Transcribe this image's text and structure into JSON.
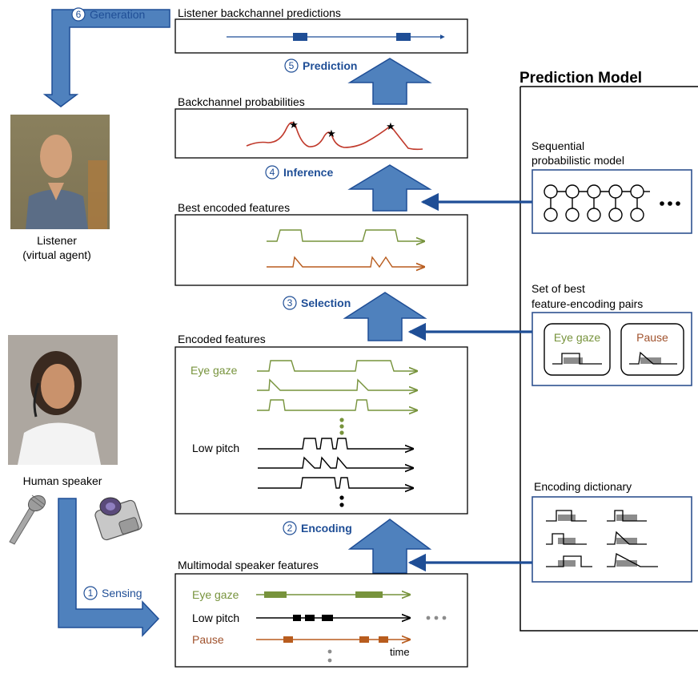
{
  "pipeline": {
    "steps": [
      {
        "num": "1",
        "label": "Sensing"
      },
      {
        "num": "2",
        "label": "Encoding"
      },
      {
        "num": "3",
        "label": "Selection"
      },
      {
        "num": "4",
        "label": "Inference"
      },
      {
        "num": "5",
        "label": "Prediction"
      },
      {
        "num": "6",
        "label": "Generation"
      }
    ]
  },
  "panels": {
    "predictions_title": "Listener backchannel predictions",
    "probabilities_title": "Backchannel probabilities",
    "best_features_title": "Best encoded features",
    "encoded_title": "Encoded features",
    "encoded_eye_gaze": "Eye gaze",
    "encoded_low_pitch": "Low pitch",
    "multimodal_title": "Multimodal speaker features",
    "multimodal_eye_gaze": "Eye gaze",
    "multimodal_low_pitch": "Low pitch",
    "multimodal_pause": "Pause",
    "time_label": "time"
  },
  "people": {
    "listener_line1": "Listener",
    "listener_line2": "(virtual agent)",
    "speaker": "Human speaker"
  },
  "model": {
    "title": "Prediction Model",
    "sequential_line1": "Sequential",
    "sequential_line2": "probabilistic model",
    "pairs_line1": "Set of best",
    "pairs_line2": "feature-encoding pairs",
    "pair_eye_gaze": "Eye gaze",
    "pair_pause": "Pause",
    "dictionary_title": "Encoding dictionary"
  },
  "colors": {
    "arrow_blue": "#4f81bd",
    "arrow_blue_dark": "#1f4e96",
    "box_border": "#2f528f",
    "green": "#77933c",
    "brown": "#b85c1e",
    "gray": "#8c8c8c",
    "black": "#000000"
  },
  "icons": [
    "microphone-icon",
    "camera-icon",
    "listener-photo",
    "speaker-photo",
    "star-icon"
  ]
}
